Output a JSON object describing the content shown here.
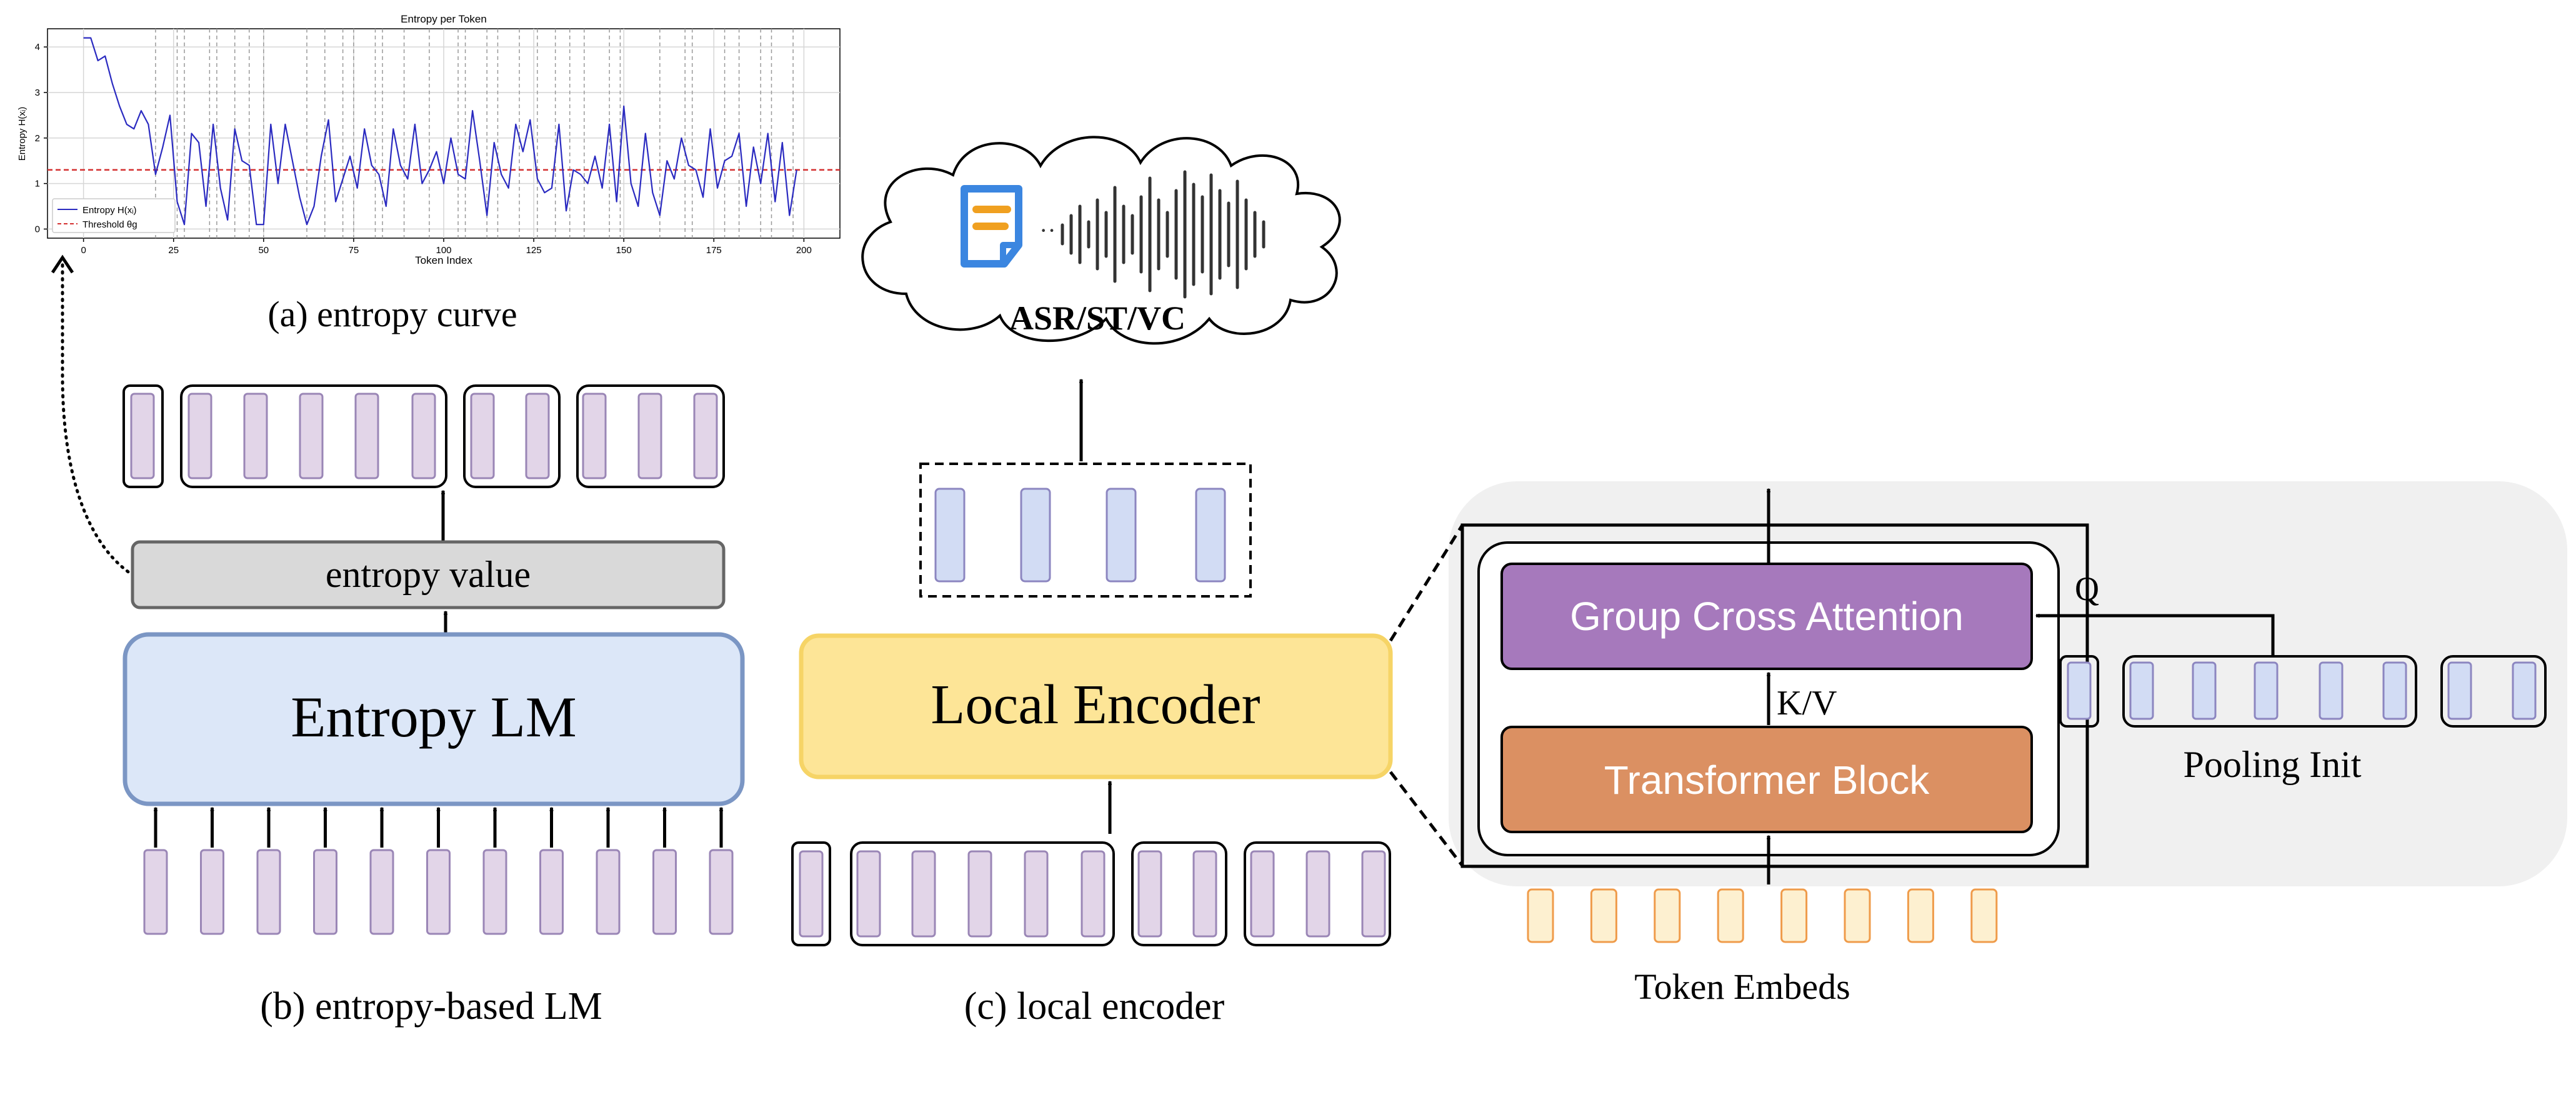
{
  "plot": {
    "title": "Entropy per Token",
    "xlabel": "Token Index",
    "ylabel": "Entropy H(xᵢ)",
    "legend": [
      "Entropy H(xᵢ)",
      "Threshold θg"
    ],
    "x_ticks": [
      "0",
      "25",
      "50",
      "75",
      "100",
      "125",
      "150",
      "175",
      "200"
    ],
    "y_ticks": [
      "0",
      "1",
      "2",
      "3",
      "4"
    ]
  },
  "chart_data": {
    "type": "line",
    "title": "Entropy per Token",
    "xlabel": "Token Index",
    "ylabel": "Entropy H(xᵢ)",
    "xlim": [
      -10,
      210
    ],
    "ylim": [
      -0.2,
      4.4
    ],
    "grid": true,
    "legend_placement": "lower-left",
    "series": [
      {
        "name": "Entropy H(xᵢ)",
        "color": "#2a2ac0",
        "x": [
          0,
          2,
          4,
          6,
          8,
          10,
          12,
          14,
          16,
          18,
          20,
          22,
          24,
          26,
          28,
          30,
          32,
          34,
          36,
          38,
          40,
          42,
          44,
          46,
          48,
          50,
          52,
          54,
          56,
          58,
          60,
          62,
          64,
          66,
          68,
          70,
          72,
          74,
          76,
          78,
          80,
          82,
          84,
          86,
          88,
          90,
          92,
          94,
          96,
          98,
          100,
          102,
          104,
          106,
          108,
          110,
          112,
          114,
          116,
          118,
          120,
          122,
          124,
          126,
          128,
          130,
          132,
          134,
          136,
          138,
          140,
          142,
          144,
          146,
          148,
          150,
          152,
          154,
          156,
          158,
          160,
          162,
          164,
          166,
          168,
          170,
          172,
          174,
          176,
          178,
          180,
          182,
          184,
          186,
          188,
          190,
          192,
          194,
          196,
          198
        ],
        "values": [
          4.2,
          4.2,
          3.7,
          3.8,
          3.2,
          2.7,
          2.3,
          2.2,
          2.6,
          2.3,
          1.2,
          1.8,
          2.5,
          0.6,
          0.1,
          2.1,
          1.9,
          0.5,
          2.3,
          0.9,
          0.2,
          2.2,
          1.5,
          1.4,
          0.1,
          0.1,
          2.3,
          1.0,
          2.3,
          1.5,
          0.7,
          0.1,
          0.5,
          1.6,
          2.4,
          0.6,
          1.1,
          1.6,
          0.9,
          2.2,
          1.4,
          1.2,
          0.5,
          2.2,
          1.4,
          1.1,
          2.3,
          1.0,
          1.3,
          1.7,
          1.0,
          2.0,
          1.2,
          1.1,
          2.6,
          1.5,
          0.3,
          1.9,
          1.2,
          0.9,
          2.3,
          1.7,
          2.4,
          1.1,
          0.8,
          0.9,
          2.3,
          0.4,
          1.3,
          1.2,
          1.0,
          1.6,
          0.9,
          2.3,
          0.6,
          2.7,
          1.0,
          0.5,
          2.1,
          0.8,
          0.3,
          1.5,
          1.1,
          2.0,
          1.4,
          1.3,
          0.7,
          2.2,
          0.9,
          1.5,
          1.6,
          2.1,
          0.5,
          1.8,
          1.0,
          2.1,
          0.6,
          1.9,
          0.3,
          1.3
        ]
      },
      {
        "name": "Threshold θg",
        "color": "#d43030",
        "style": "dashed",
        "y": 1.3
      }
    ],
    "boundaries": [
      20,
      26,
      28,
      35,
      37,
      42,
      46,
      50,
      62,
      67,
      72,
      75,
      81,
      83,
      89,
      96,
      104,
      106,
      112,
      115,
      121,
      126,
      131,
      135,
      139,
      146,
      149,
      160,
      167,
      169,
      178,
      182,
      188,
      191,
      197
    ]
  },
  "captions": {
    "a": "(a) entropy curve",
    "b": "(b) entropy-based LM",
    "c": "(c) local encoder"
  },
  "entropy_panel": {
    "entropy_value": "entropy value",
    "entropy_lm": "Entropy LM"
  },
  "local_panel": {
    "cloud_label": "ASR/ST/VC",
    "local_encoder": "Local Encoder"
  },
  "detail_panel": {
    "group_cross_attention": "Group Cross Attention",
    "transformer_block": "Transformer Block",
    "kv_label": "K/V",
    "q_label": "Q",
    "pooling_init": "Pooling Init",
    "token_embeds": "Token Embeds"
  },
  "colors": {
    "patch_purple_fill": "#e2d5e8",
    "patch_purple_stroke": "#9a86b6",
    "patch_blue_fill": "#d2dcf4",
    "patch_blue_stroke": "#8c86c0",
    "entropy_lm_fill": "#dce7f8",
    "entropy_lm_stroke": "#7b96c4",
    "entropy_value_fill": "#d9d9d9",
    "local_encoder_fill": "#fde597",
    "local_encoder_stroke": "#f6d466",
    "gca_fill": "#a679bc",
    "transformer_fill": "#db9062",
    "token_fill": "#fdf0d0",
    "token_stroke": "#ef9b4a",
    "detail_bg": "#f0f0f0",
    "doc_icon_blue": "#3b86e0",
    "doc_icon_orange": "#f0a020"
  },
  "icons": [
    "document-icon",
    "waveform-icon"
  ]
}
